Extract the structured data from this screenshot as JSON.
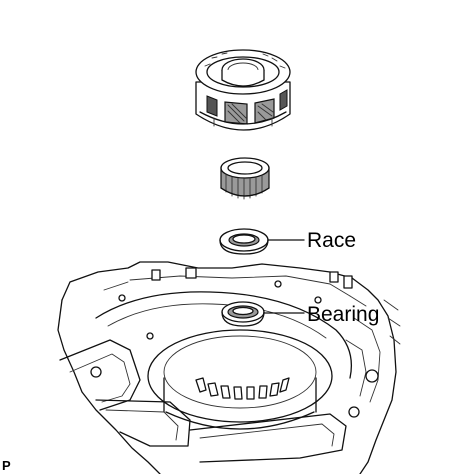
{
  "labels": {
    "race": "Race",
    "bearing": "Bearing"
  },
  "figure_code": "P"
}
